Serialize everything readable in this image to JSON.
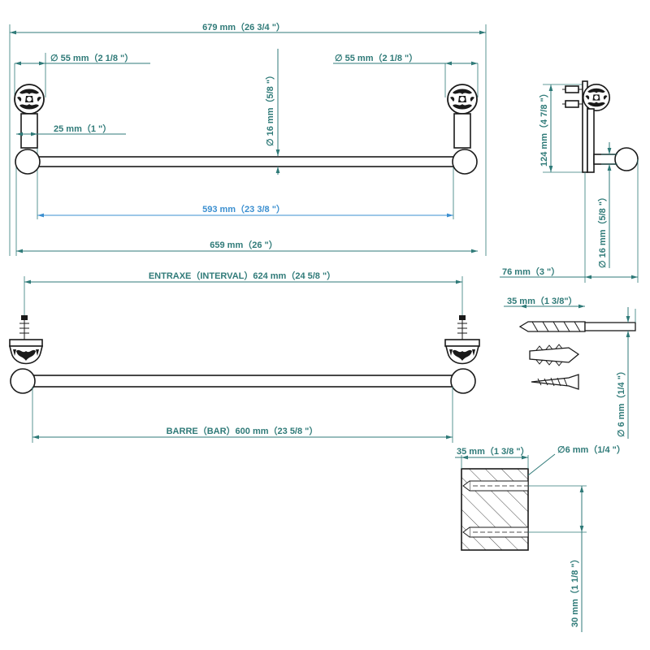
{
  "dimensions": {
    "total_length": "679 mm（26 3/4 \"）",
    "diameter_left": "∅ 55 mm（2 1/8 \"）",
    "diameter_right": "∅ 55 mm（2 1/8 \"）",
    "rod_diameter": "∅ 16 mm（5/8 \"）",
    "ball_length": "25 mm（1 \"）",
    "inner_length": "593 mm（23 3/8 \"）",
    "outer_length": "659 mm（26 \"）",
    "side_height": "124 mm（4 7/8 \"）",
    "side_rod_diameter": "∅ 16 mm（5/8 \"）",
    "side_projection": "76 mm（3 \"）",
    "entraxe": "ENTRAXE（INTERVAL）624 mm（24 5/8 \"）",
    "barre": "BARRE（BAR）600 mm（23 5/8 \"）",
    "drill_depth": "35 mm（1 3/8\"）",
    "drill_diameter": "∅ 6 mm（1/4 \"）",
    "hole_depth": "35 mm（1 3/8 \"）",
    "hole_diameter": "∅6 mm（1/4 \"）",
    "wall_thickness": "30 mm（1 1/8 \"）"
  },
  "colors": {
    "dimension_line": "#2f7a78",
    "highlight_line": "#3b8fd0",
    "outline": "#1a1a1a"
  }
}
